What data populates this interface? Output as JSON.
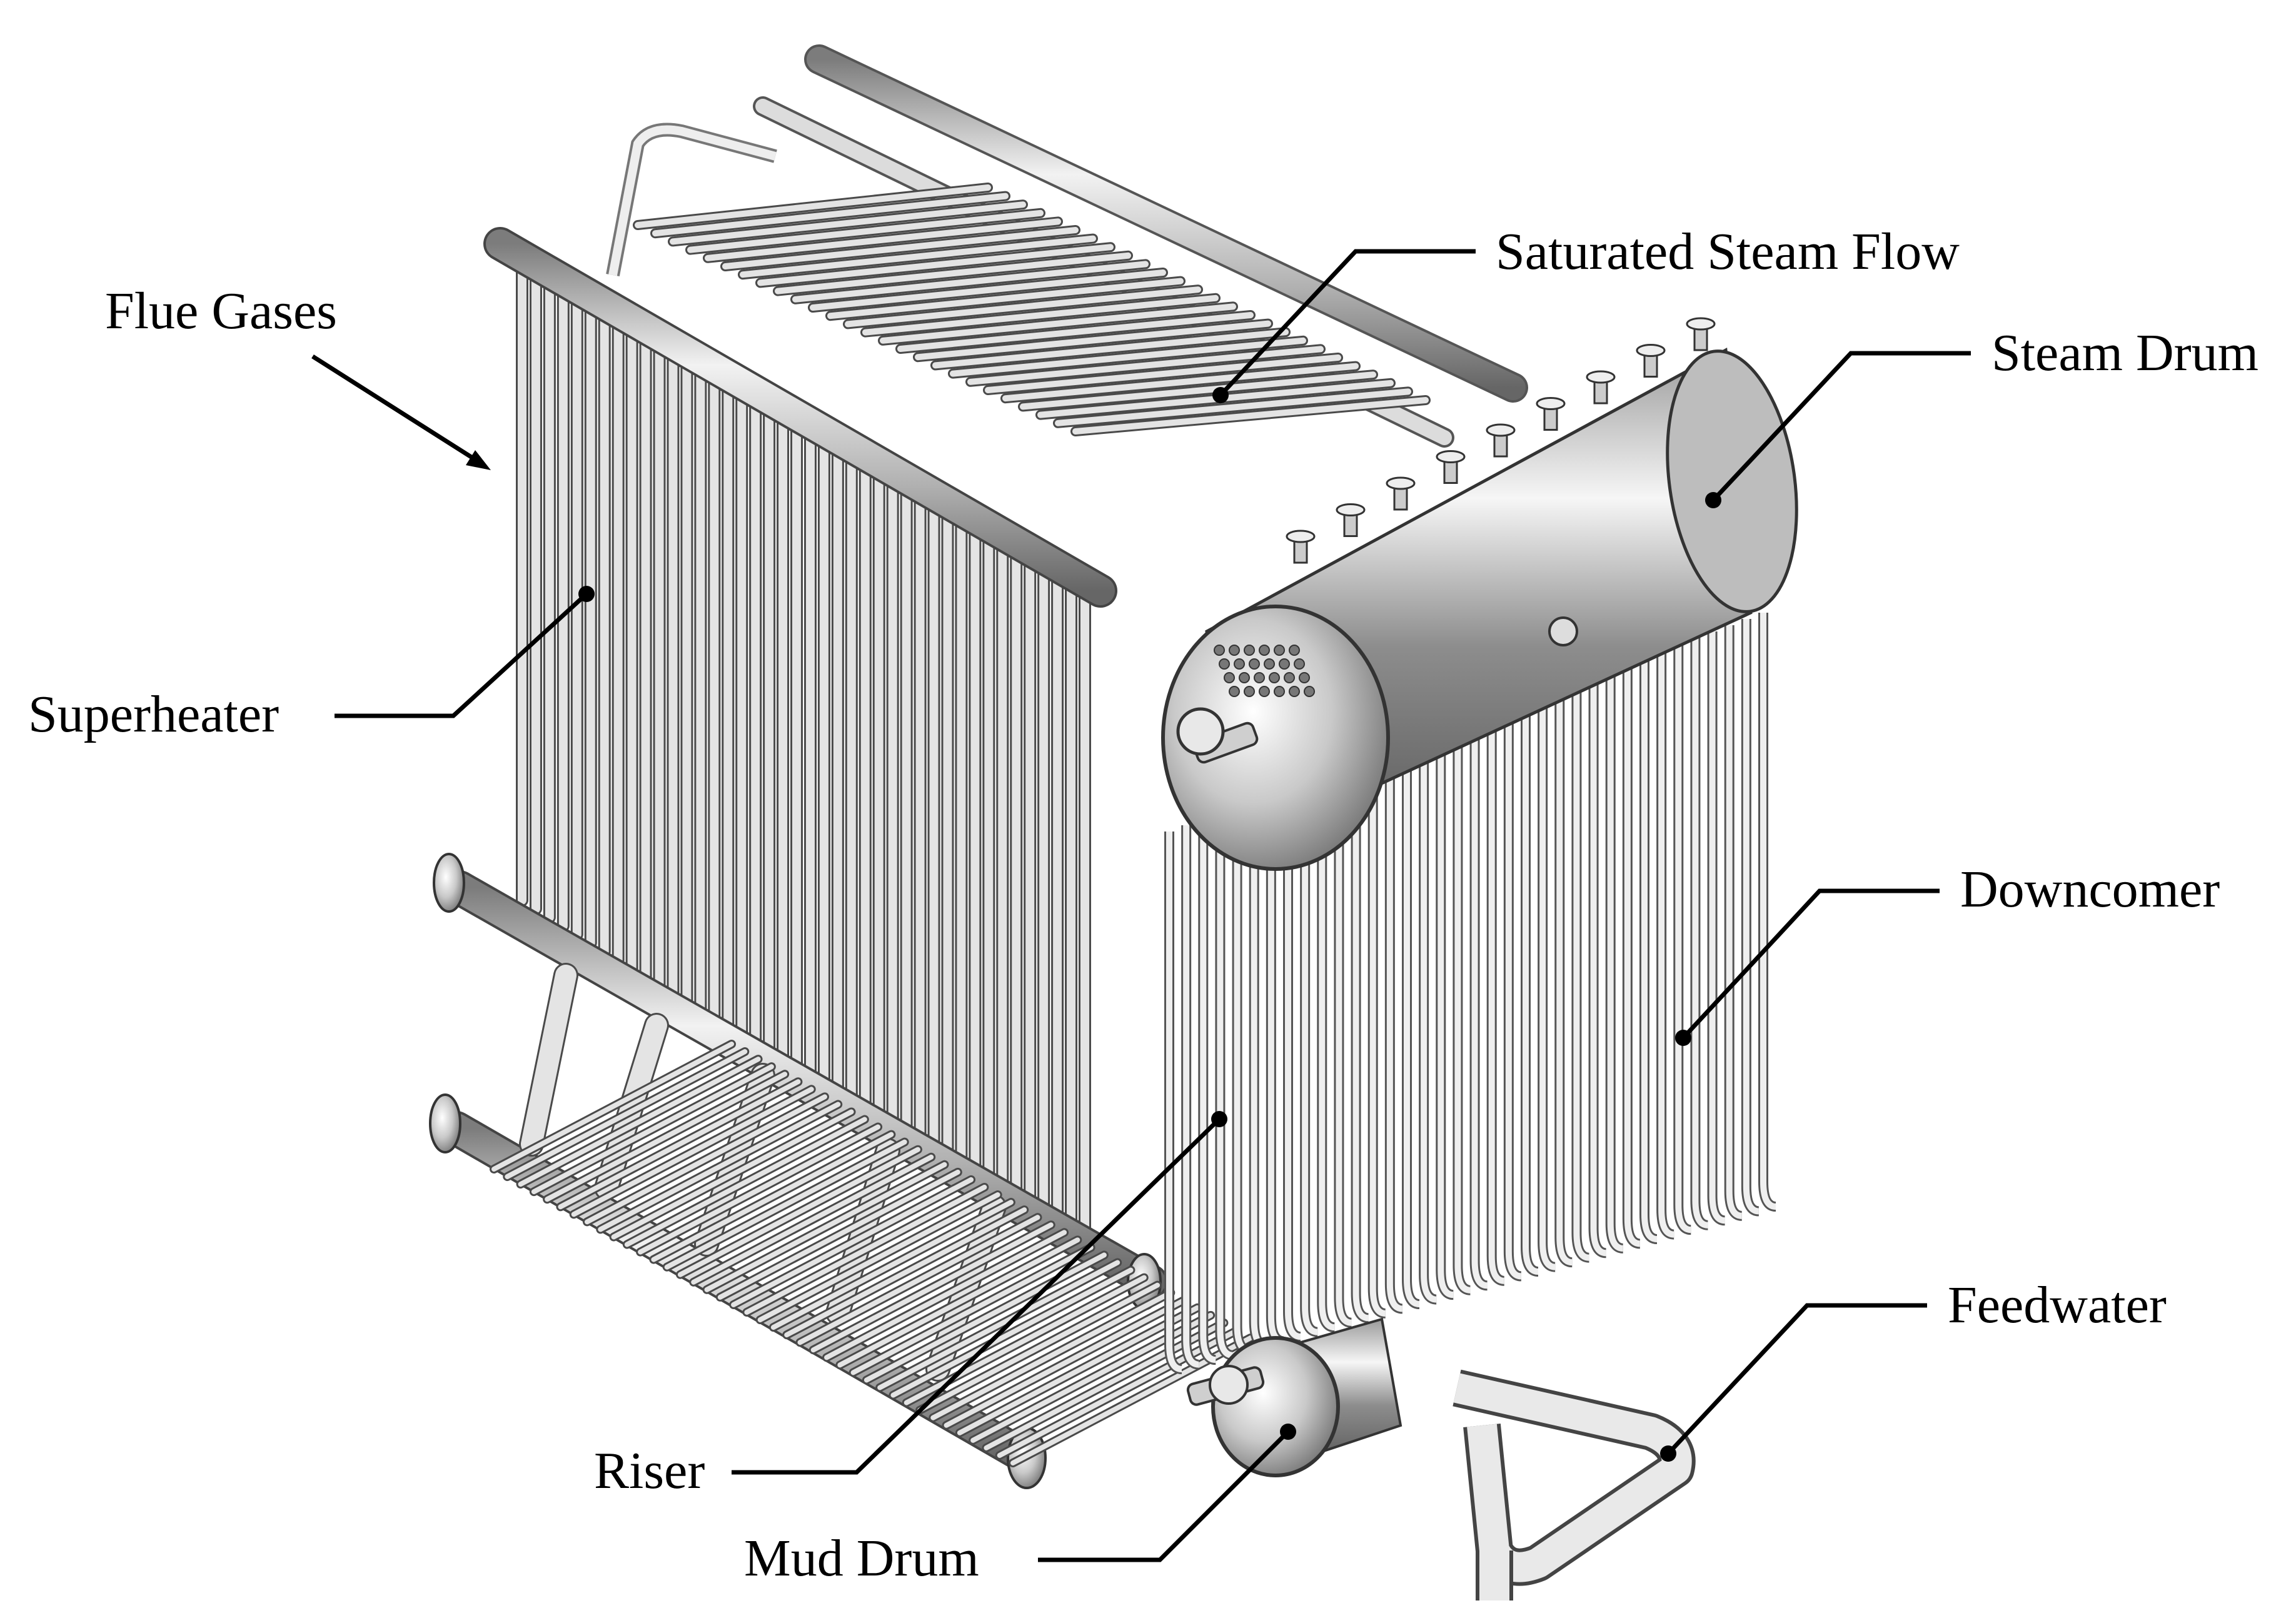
{
  "diagram": {
    "labels": {
      "flue_gases": "Flue Gases",
      "saturated_steam_flow": "Saturated Steam Flow",
      "steam_drum": "Steam Drum",
      "superheater": "Superheater",
      "downcomer": "Downcomer",
      "riser": "Riser",
      "feedwater": "Feedwater",
      "mud_drum": "Mud Drum"
    }
  }
}
